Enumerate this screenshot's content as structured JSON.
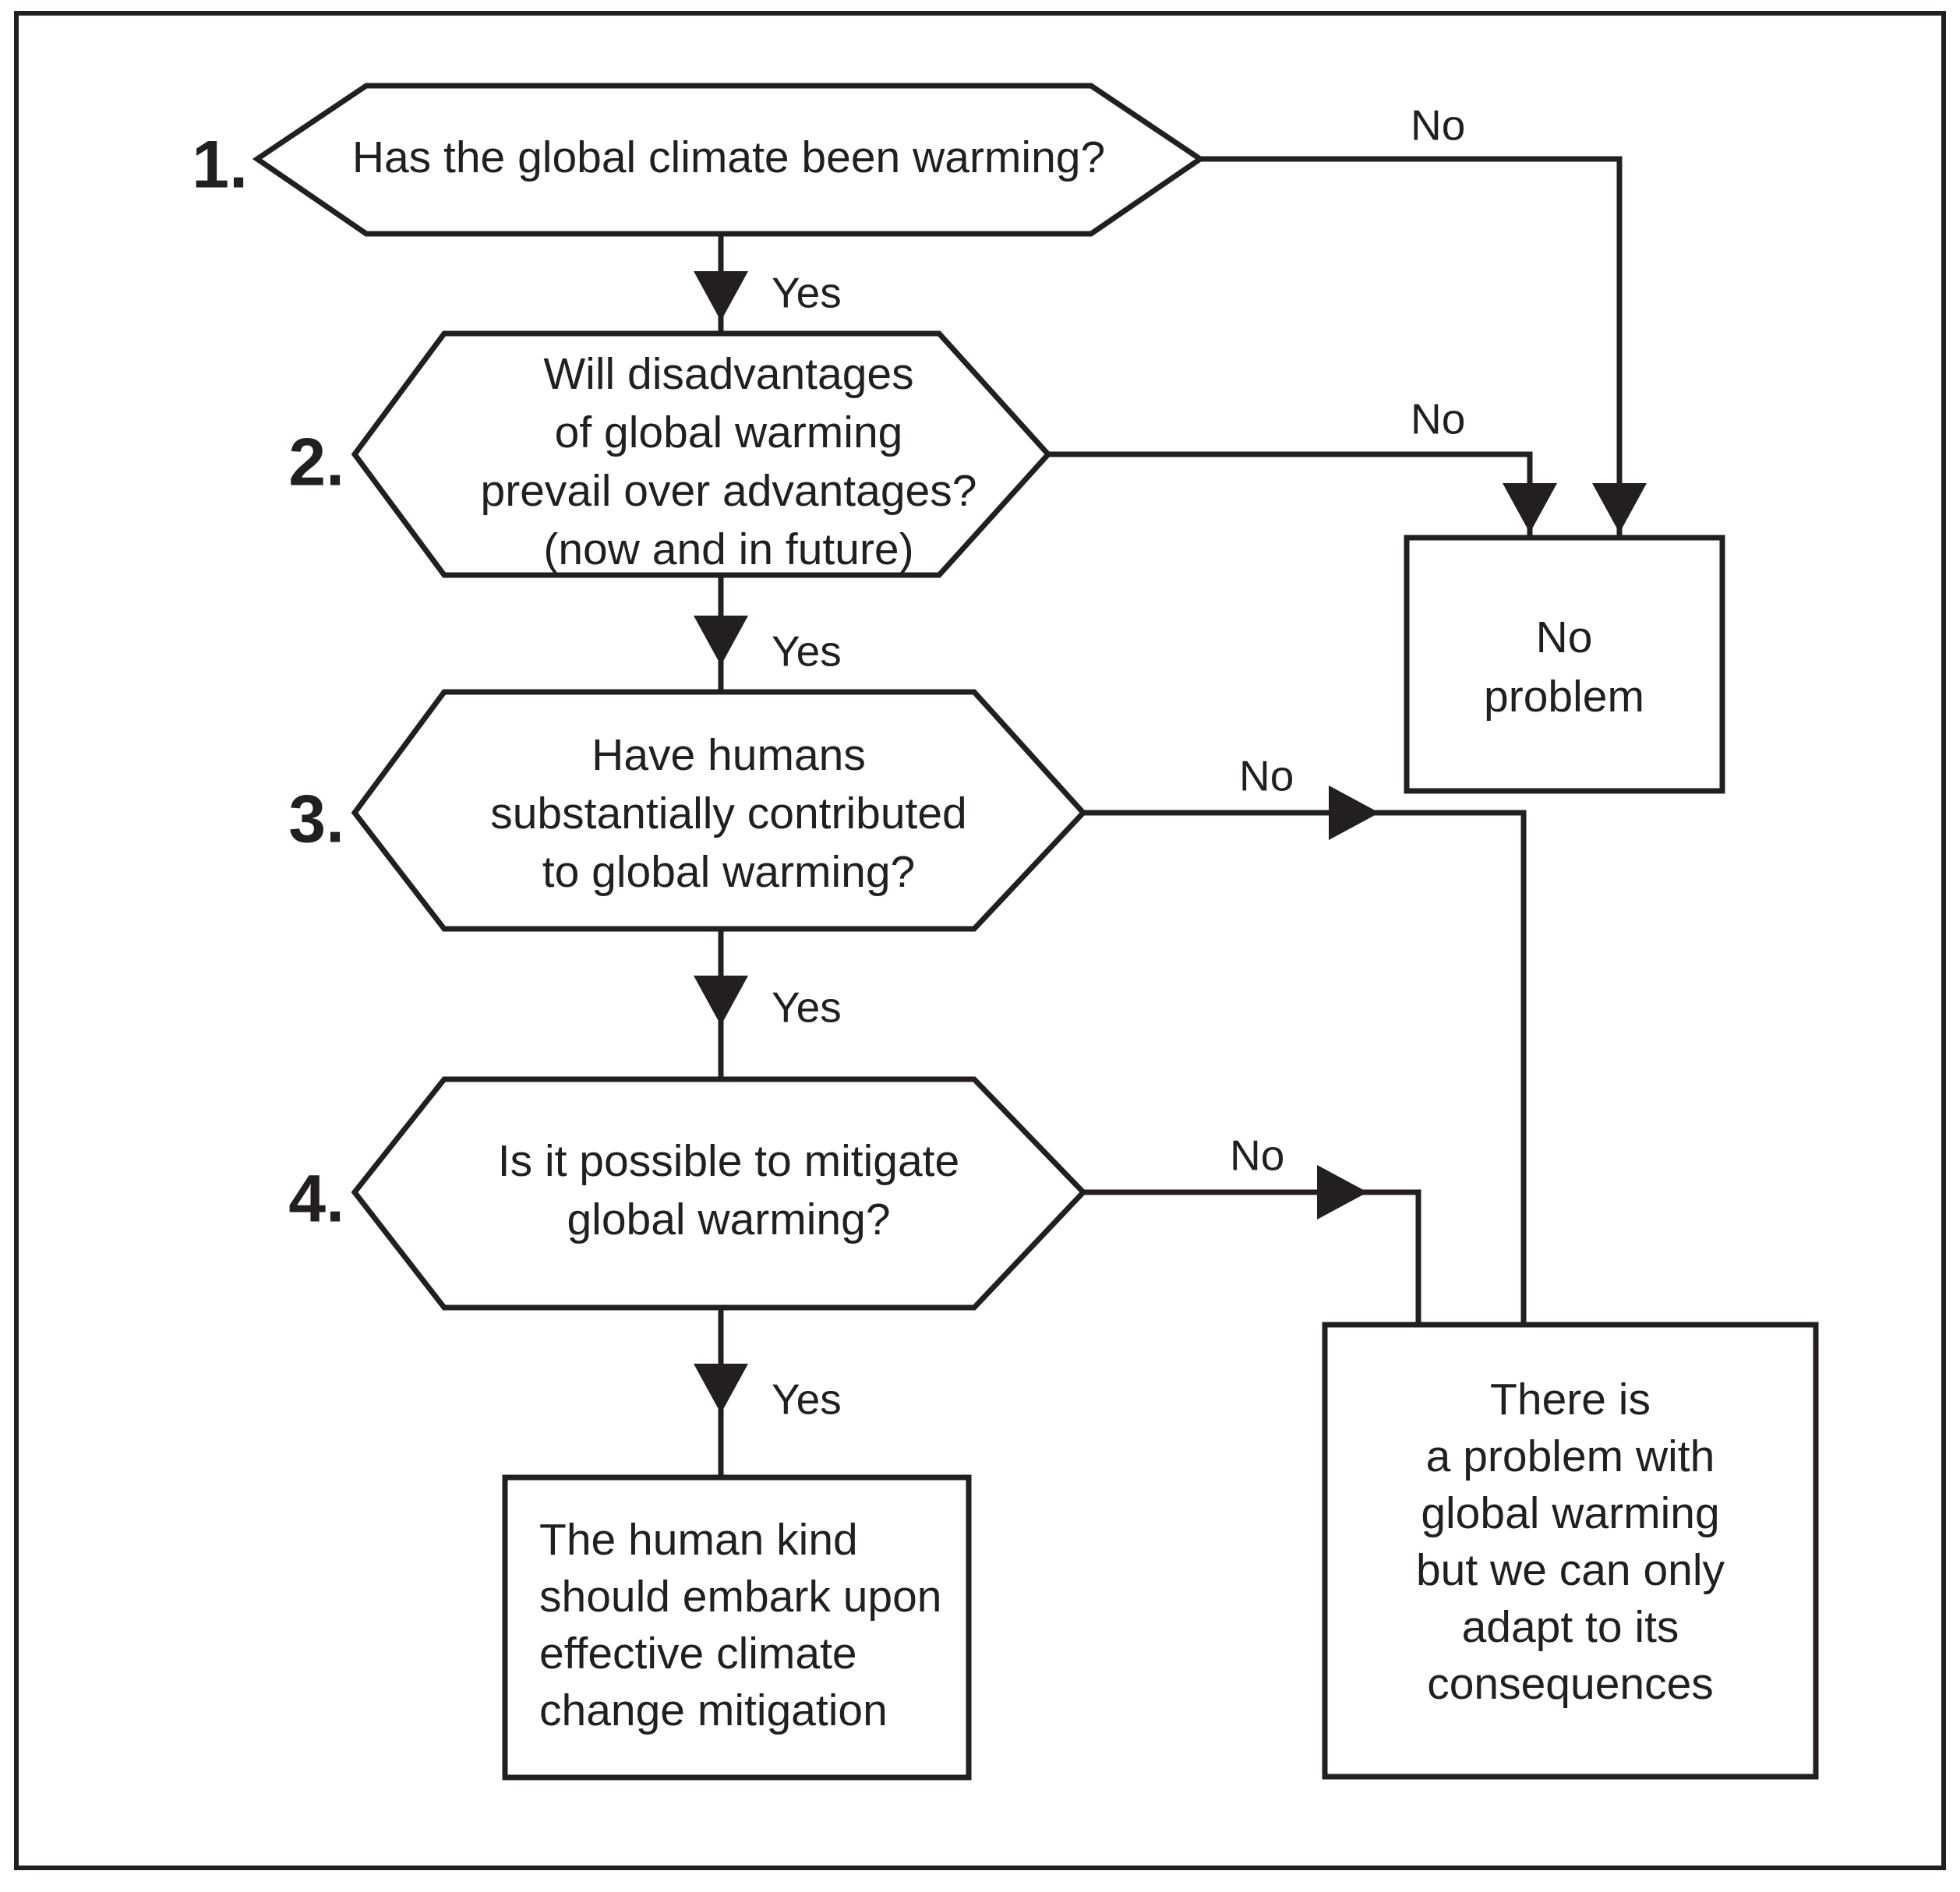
{
  "diagram": {
    "title": "Global warming decision flowchart",
    "colors": {
      "ink": "#231f20",
      "background": "#ffffff"
    },
    "steps": [
      {
        "number": "1.",
        "shape": "hexagon",
        "lines": [
          "Has the global climate been warming?"
        ]
      },
      {
        "number": "2.",
        "shape": "hexagon",
        "lines": [
          "Will disadvantages",
          "of global warming",
          "prevail over advantages?",
          "(now and in future)"
        ]
      },
      {
        "number": "3.",
        "shape": "hexagon",
        "lines": [
          "Have humans",
          "substantially contributed",
          "to global warming?"
        ]
      },
      {
        "number": "4.",
        "shape": "hexagon",
        "lines": [
          "Is it possible to mitigate",
          "global warming?"
        ]
      }
    ],
    "outcomes": [
      {
        "id": "no-problem",
        "shape": "rectangle",
        "lines": [
          "No",
          "problem"
        ]
      },
      {
        "id": "adapt-only",
        "shape": "rectangle",
        "lines": [
          "There is",
          "a problem with",
          "global warming",
          "but we can only",
          "adapt to its",
          "consequences"
        ]
      },
      {
        "id": "mitigation",
        "shape": "rectangle",
        "lines": [
          "The human kind",
          "should embark upon",
          "effective climate",
          "change mitigation"
        ]
      }
    ],
    "edge_labels": {
      "yes_1": "Yes",
      "yes_2": "Yes",
      "yes_3": "Yes",
      "yes_4": "Yes",
      "no_1": "No",
      "no_2": "No",
      "no_3": "No",
      "no_4": "No"
    }
  }
}
